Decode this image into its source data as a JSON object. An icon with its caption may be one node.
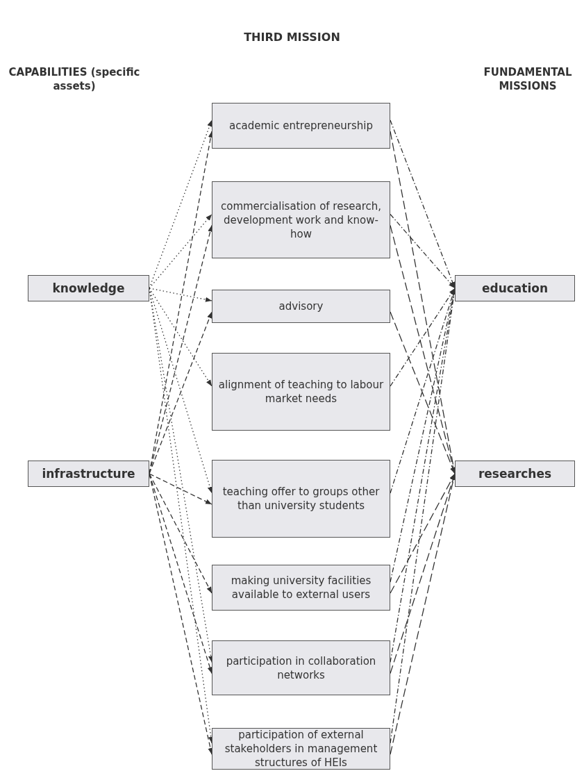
{
  "diagram": {
    "title": "THIRD MISSION",
    "nodes": [
      {
        "text": [
          "knowledge"
        ]
      },
      {
        "text": [
          "infrastructure"
        ]
      },
      {
        "text": [
          "academic entrepreneurship"
        ]
      },
      {
        "text": [
          "commercialisation of research, development work and know-how"
        ]
      },
      {
        "text": [
          "advisory"
        ]
      },
      {
        "text": [
          "alignment of teaching to labour market needs"
        ]
      },
      {
        "text": [
          "teaching offer to groups other than university students"
        ]
      },
      {
        "text": [
          "making university facilities available to external users"
        ]
      },
      {
        "text": [
          "participation in collaboration  networks"
        ]
      },
      {
        "text": [
          "participation of external stakeholders in management structures of HEIs"
        ]
      },
      {
        "text": [
          "education"
        ]
      },
      {
        "text": [
          "researches"
        ]
      }
    ],
    "edges": [
      {
        "from": 0,
        "to": 2,
        "arrow": "to",
        "style": "dashed"
      },
      {
        "from": 0,
        "to": 3,
        "arrow": "to",
        "style": "dashed"
      },
      {
        "from": 0,
        "to": 4,
        "arrow": "to",
        "style": "dashed"
      },
      {
        "from": 0,
        "to": 5,
        "arrow": "to",
        "style": "dashed"
      },
      {
        "from": 0,
        "to": 6,
        "arrow": "to",
        "style": "dashed"
      },
      {
        "from": 0,
        "to": 8,
        "arrow": "to",
        "style": "dashed"
      },
      {
        "from": 0,
        "to": 9,
        "arrow": "to",
        "style": "dashed"
      },
      {
        "from": 1,
        "to": 2,
        "arrow": "to",
        "style": "dashed"
      },
      {
        "from": 1,
        "to": 3,
        "arrow": "to",
        "style": "dashed"
      },
      {
        "from": 1,
        "to": 4,
        "arrow": "to",
        "style": "dashed"
      },
      {
        "from": 1,
        "to": 6,
        "arrow": "to",
        "style": "dashed"
      },
      {
        "from": 1,
        "to": 7,
        "arrow": "to",
        "style": "dashed"
      },
      {
        "from": 1,
        "to": 8,
        "arrow": "to",
        "style": "dashed"
      },
      {
        "from": 1,
        "to": 9,
        "arrow": "to",
        "style": "dashed"
      },
      {
        "from": 2,
        "to": 10,
        "arrow": "to",
        "style": "dashed"
      },
      {
        "from": 3,
        "to": 10,
        "arrow": "to",
        "style": "dashed"
      },
      {
        "from": 5,
        "to": 10,
        "arrow": "to",
        "style": "dashed"
      },
      {
        "from": 6,
        "to": 10,
        "arrow": "to",
        "style": "dashed"
      },
      {
        "from": 7,
        "to": 10,
        "arrow": "to",
        "style": "dashed"
      },
      {
        "from": 8,
        "to": 10,
        "arrow": "to",
        "style": "dashed"
      },
      {
        "from": 9,
        "to": 10,
        "arrow": "to",
        "style": "dashed"
      },
      {
        "from": 2,
        "to": 11,
        "arrow": "to",
        "style": "dashed"
      },
      {
        "from": 3,
        "to": 11,
        "arrow": "to",
        "style": "dashed"
      },
      {
        "from": 4,
        "to": 11,
        "arrow": "to",
        "style": "dashed"
      },
      {
        "from": 7,
        "to": 11,
        "arrow": "to",
        "style": "dashed"
      },
      {
        "from": 8,
        "to": 11,
        "arrow": "to",
        "style": "dashed"
      },
      {
        "from": 9,
        "to": 11,
        "arrow": "to",
        "style": "dashed"
      }
    ],
    "labels": [
      "CAPABILITIES (specific assets)",
      "FUNDAMENTAL MISSIONS"
    ]
  }
}
